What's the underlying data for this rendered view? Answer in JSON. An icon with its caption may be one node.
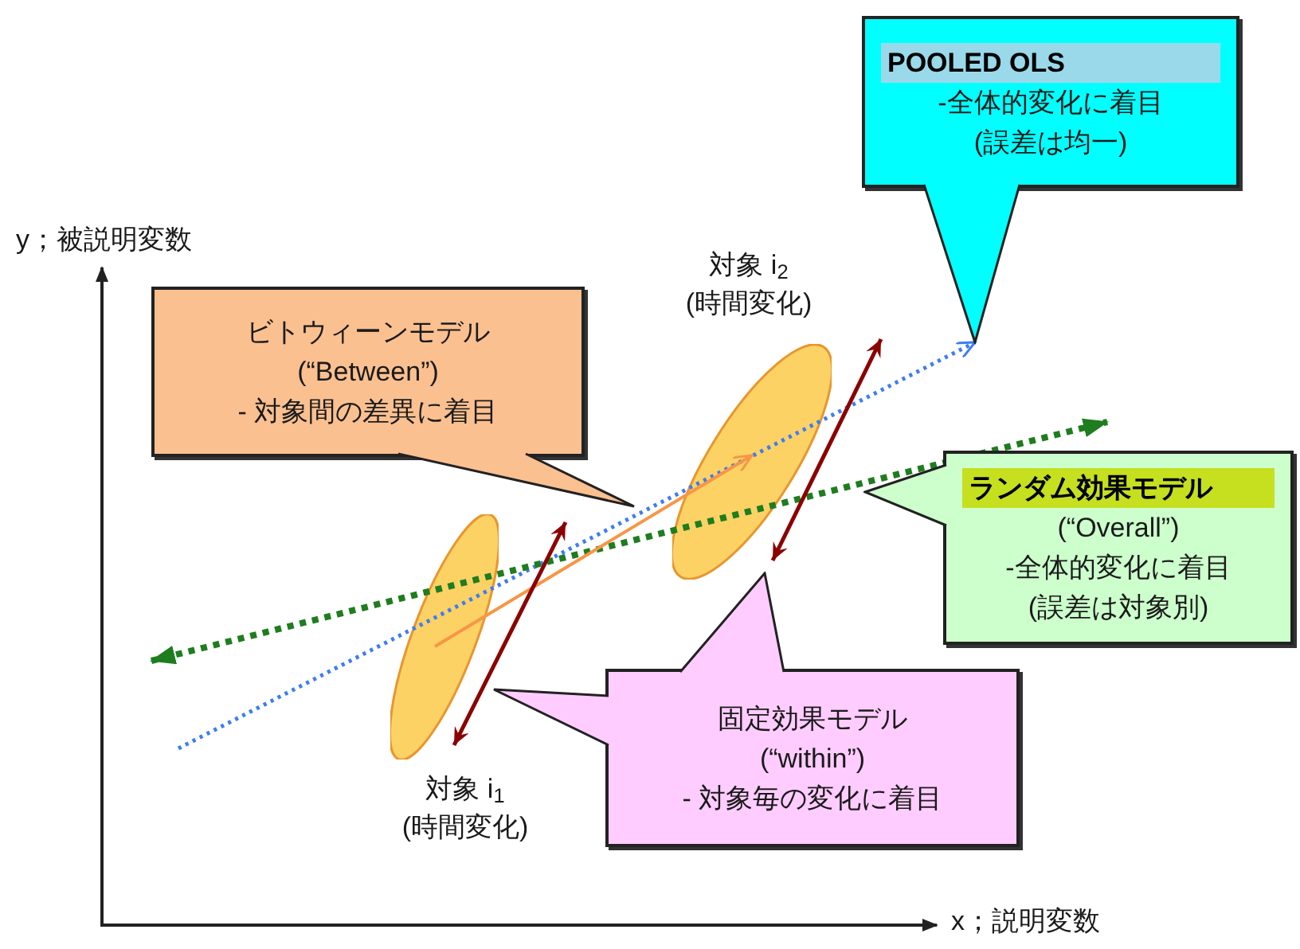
{
  "diagram": {
    "nodes": [
      {
        "text": [
          "POOLED OLS",
          "-全体的変化に着目",
          "(誤差は均一)"
        ]
      },
      {
        "text": [
          "ビトウィーンモデル",
          "(“Between”)",
          "- 対象間の差異に着目"
        ]
      },
      {
        "text": [],
        "shape": "ellipse",
        "beside": [
          "対象 i$_{2}$",
          "(時間変化)"
        ]
      },
      {
        "text": [
          "ランダム効果モデル",
          "(“Overall”)",
          "-全体的変化に着目",
          "(誤差は対象別)"
        ]
      },
      {
        "text": [],
        "shape": "ellipse",
        "beside": [
          "対象 i$_{1}$",
          "(時間変化)"
        ]
      },
      {
        "text": [
          "固定効果モデル",
          "(“within”)",
          "- 対象毎の変化に着目"
        ]
      }
    ],
    "edges": [
      {
        "from": 4,
        "to": 2,
        "arrow": "to",
        "color": "#f79646"
      }
    ],
    "labels": [
      "y；被説明変数",
      "x；説明変数"
    ]
  }
}
